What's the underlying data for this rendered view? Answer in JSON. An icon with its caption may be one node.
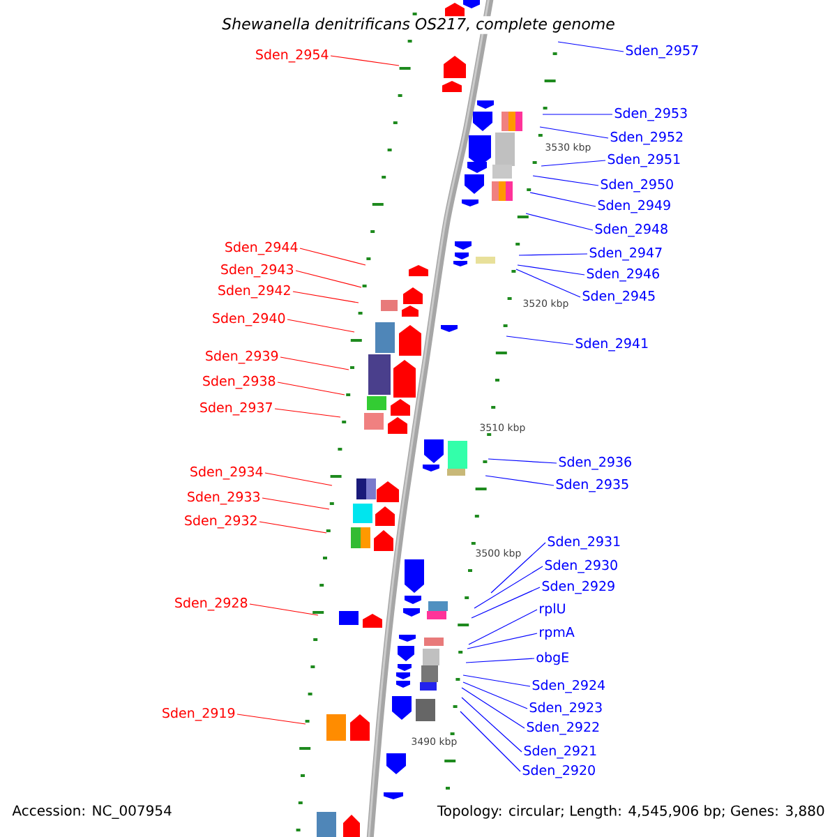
{
  "diagram": {
    "title": "Shewanella denitrificans OS217, complete genome",
    "nodes": [
      {
        "text": [
          "Sden_2954"
        ]
      },
      {
        "text": [
          "Sden_2944"
        ]
      },
      {
        "text": [
          "Sden_2943"
        ]
      },
      {
        "text": [
          "Sden_2942"
        ]
      },
      {
        "text": [
          "Sden_2940"
        ]
      },
      {
        "text": [
          "Sden_2939"
        ]
      },
      {
        "text": [
          "Sden_2938"
        ]
      },
      {
        "text": [
          "Sden_2937"
        ]
      },
      {
        "text": [
          "Sden_2934"
        ]
      },
      {
        "text": [
          "Sden_2933"
        ]
      },
      {
        "text": [
          "Sden_2932"
        ]
      },
      {
        "text": [
          "Sden_2928"
        ]
      },
      {
        "text": [
          "Sden_2919"
        ]
      },
      {
        "text": [
          "Sden_2957"
        ]
      },
      {
        "text": [
          "Sden_2953"
        ]
      },
      {
        "text": [
          "Sden_2952"
        ]
      },
      {
        "text": [
          "Sden_2951"
        ]
      },
      {
        "text": [
          "Sden_2950"
        ]
      },
      {
        "text": [
          "Sden_2949"
        ]
      },
      {
        "text": [
          "Sden_2948"
        ]
      },
      {
        "text": [
          "Sden_2947"
        ]
      },
      {
        "text": [
          "Sden_2946"
        ]
      },
      {
        "text": [
          "Sden_2945"
        ]
      },
      {
        "text": [
          "Sden_2941"
        ]
      },
      {
        "text": [
          "Sden_2936"
        ]
      },
      {
        "text": [
          "Sden_2935"
        ]
      },
      {
        "text": [
          "Sden_2931"
        ]
      },
      {
        "text": [
          "Sden_2930"
        ]
      },
      {
        "text": [
          "Sden_2929"
        ]
      },
      {
        "text": [
          "rplU"
        ]
      },
      {
        "text": [
          "rpmA"
        ]
      },
      {
        "text": [
          "obgE"
        ]
      },
      {
        "text": [
          "Sden_2924"
        ]
      },
      {
        "text": [
          "Sden_2923"
        ]
      },
      {
        "text": [
          "Sden_2922"
        ]
      },
      {
        "text": [
          "Sden_2921"
        ]
      },
      {
        "text": [
          "Sden_2920"
        ]
      }
    ],
    "edges": [
      {
        "from": 0,
        "to": null,
        "arrow": "none",
        "color": "#ff0000"
      },
      {
        "from": 1,
        "to": null,
        "arrow": "none",
        "color": "#ff0000"
      },
      {
        "from": 2,
        "to": null,
        "arrow": "none",
        "color": "#ff0000"
      },
      {
        "from": 3,
        "to": null,
        "arrow": "none",
        "color": "#ff0000"
      },
      {
        "from": 4,
        "to": null,
        "arrow": "none",
        "color": "#ff0000"
      },
      {
        "from": 5,
        "to": null,
        "arrow": "none",
        "color": "#ff0000"
      },
      {
        "from": 6,
        "to": null,
        "arrow": "none",
        "color": "#ff0000"
      },
      {
        "from": 7,
        "to": null,
        "arrow": "none",
        "color": "#ff0000"
      },
      {
        "from": 8,
        "to": null,
        "arrow": "none",
        "color": "#ff0000"
      },
      {
        "from": 9,
        "to": null,
        "arrow": "none",
        "color": "#ff0000"
      },
      {
        "from": 10,
        "to": null,
        "arrow": "none",
        "color": "#ff0000"
      },
      {
        "from": 11,
        "to": null,
        "arrow": "none",
        "color": "#ff0000"
      },
      {
        "from": 12,
        "to": null,
        "arrow": "none",
        "color": "#ff0000"
      },
      {
        "from": 13,
        "to": null,
        "arrow": "none",
        "color": "#0000ff"
      },
      {
        "from": 14,
        "to": null,
        "arrow": "none",
        "color": "#0000ff"
      },
      {
        "from": 15,
        "to": null,
        "arrow": "none",
        "color": "#0000ff"
      },
      {
        "from": 16,
        "to": null,
        "arrow": "none",
        "color": "#0000ff"
      },
      {
        "from": 17,
        "to": null,
        "arrow": "none",
        "color": "#0000ff"
      },
      {
        "from": 18,
        "to": null,
        "arrow": "none",
        "color": "#0000ff"
      },
      {
        "from": 19,
        "to": null,
        "arrow": "none",
        "color": "#0000ff"
      },
      {
        "from": 20,
        "to": null,
        "arrow": "none",
        "color": "#0000ff"
      },
      {
        "from": 21,
        "to": null,
        "arrow": "none",
        "color": "#0000ff"
      },
      {
        "from": 22,
        "to": null,
        "arrow": "none",
        "color": "#0000ff"
      },
      {
        "from": 23,
        "to": null,
        "arrow": "none",
        "color": "#0000ff"
      },
      {
        "from": 24,
        "to": null,
        "arrow": "none",
        "color": "#0000ff"
      },
      {
        "from": 25,
        "to": null,
        "arrow": "none",
        "color": "#0000ff"
      },
      {
        "from": 26,
        "to": null,
        "arrow": "none",
        "color": "#0000ff"
      },
      {
        "from": 27,
        "to": null,
        "arrow": "none",
        "color": "#0000ff"
      },
      {
        "from": 28,
        "to": null,
        "arrow": "none",
        "color": "#0000ff"
      },
      {
        "from": 29,
        "to": null,
        "arrow": "none",
        "color": "#0000ff"
      },
      {
        "from": 30,
        "to": null,
        "arrow": "none",
        "color": "#0000ff"
      },
      {
        "from": 31,
        "to": null,
        "arrow": "none",
        "color": "#0000ff"
      },
      {
        "from": 32,
        "to": null,
        "arrow": "none",
        "color": "#0000ff"
      },
      {
        "from": 33,
        "to": null,
        "arrow": "none",
        "color": "#0000ff"
      },
      {
        "from": 34,
        "to": null,
        "arrow": "none",
        "color": "#0000ff"
      },
      {
        "from": 35,
        "to": null,
        "arrow": "none",
        "color": "#0000ff"
      },
      {
        "from": 36,
        "to": null,
        "arrow": "none",
        "color": "#0000ff"
      }
    ],
    "labels": [
      "3530 kbp",
      "3520 kbp",
      "3510 kbp",
      "3500 kbp",
      "3490 kbp",
      "Accession: NC_007954",
      "Topology: circular; Length: 4,545,906 bp; Genes: 3,880"
    ]
  }
}
